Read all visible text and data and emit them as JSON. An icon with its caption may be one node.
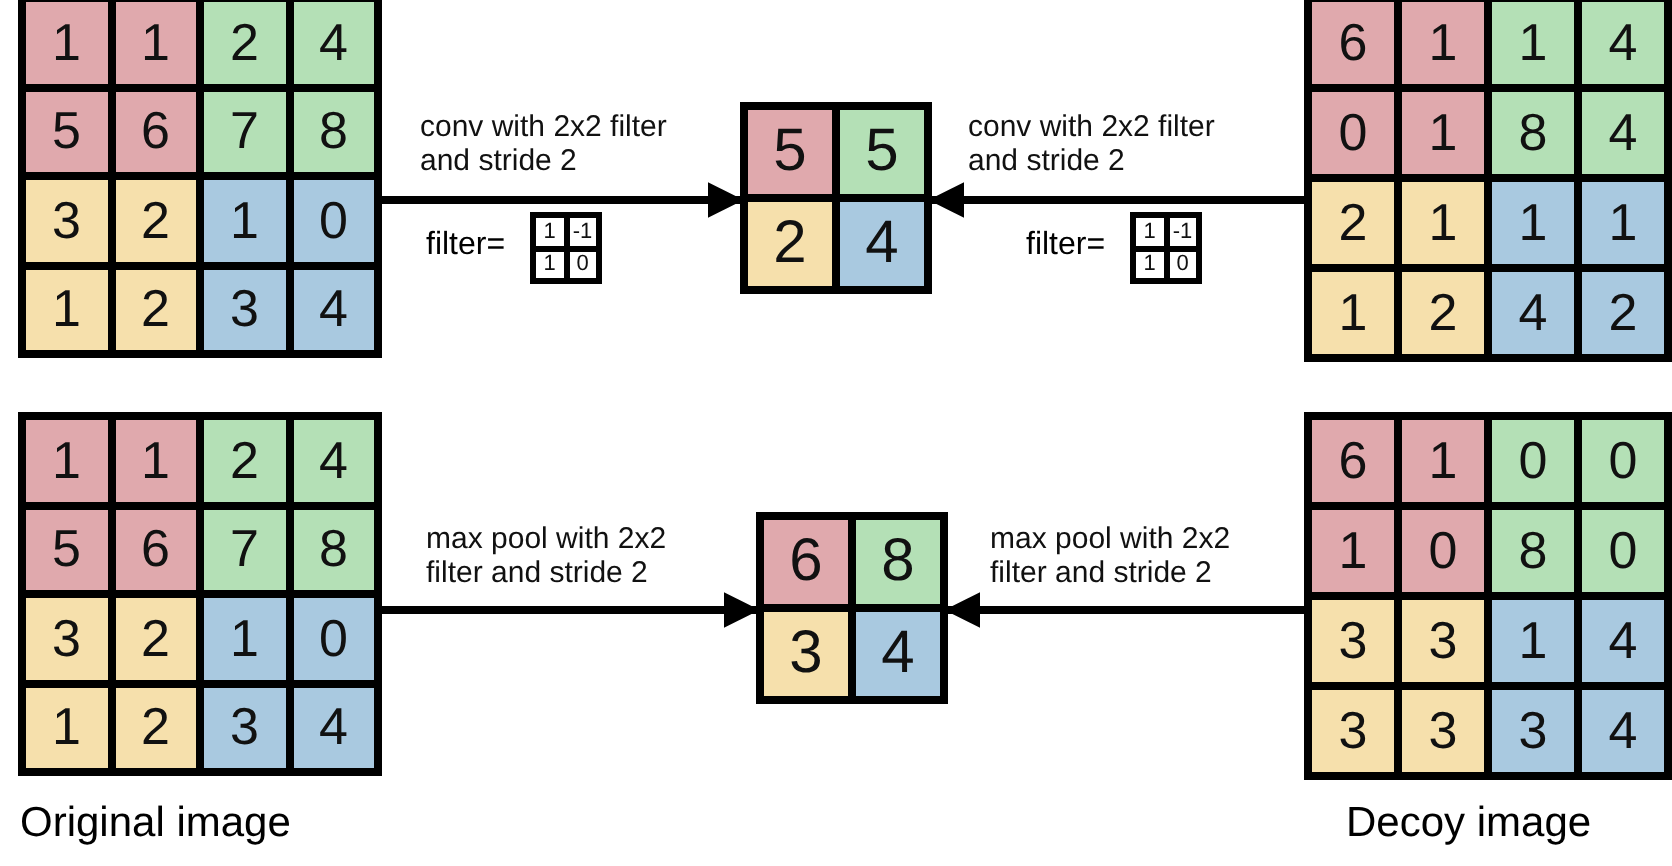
{
  "diagram": {
    "nodes": [
      {
        "text": [
          "1",
          "1",
          "2",
          "4",
          "5",
          "6",
          "7",
          "8",
          "3",
          "2",
          "1",
          "0",
          "1",
          "2",
          "3",
          "4"
        ]
      },
      {
        "text": [
          "5",
          "5",
          "2",
          "4"
        ]
      },
      {
        "text": [
          "6",
          "1",
          "1",
          "4",
          "0",
          "1",
          "8",
          "4",
          "2",
          "1",
          "1",
          "1",
          "1",
          "2",
          "4",
          "2"
        ]
      },
      {
        "text": [
          "1",
          "-1",
          "1",
          "0"
        ],
        "beside": [
          "filter="
        ]
      },
      {
        "text": [
          "1",
          "-1",
          "1",
          "0"
        ],
        "beside": [
          "filter="
        ]
      },
      {
        "text": [
          "1",
          "1",
          "2",
          "4",
          "5",
          "6",
          "7",
          "8",
          "3",
          "2",
          "1",
          "0",
          "1",
          "2",
          "3",
          "4"
        ],
        "beside": [
          "Original image"
        ]
      },
      {
        "text": [
          "6",
          "8",
          "3",
          "4"
        ]
      },
      {
        "text": [
          "6",
          "1",
          "0",
          "0",
          "1",
          "0",
          "8",
          "0",
          "3",
          "3",
          "1",
          "4",
          "3",
          "3",
          "3",
          "4"
        ],
        "beside": [
          "Decoy image"
        ]
      }
    ],
    "edges": [
      {
        "from": 0,
        "to": 1,
        "arrow": "to",
        "label": "conv with 2x2 filter and stride 2"
      },
      {
        "from": 2,
        "to": 1,
        "arrow": "to",
        "label": "conv with 2x2 filter and stride 2"
      },
      {
        "from": 5,
        "to": 6,
        "arrow": "to",
        "label": "max pool with 2x2 filter and stride 2"
      },
      {
        "from": 7,
        "to": 6,
        "arrow": "to",
        "label": "max pool with 2x2 filter and stride 2"
      }
    ]
  }
}
